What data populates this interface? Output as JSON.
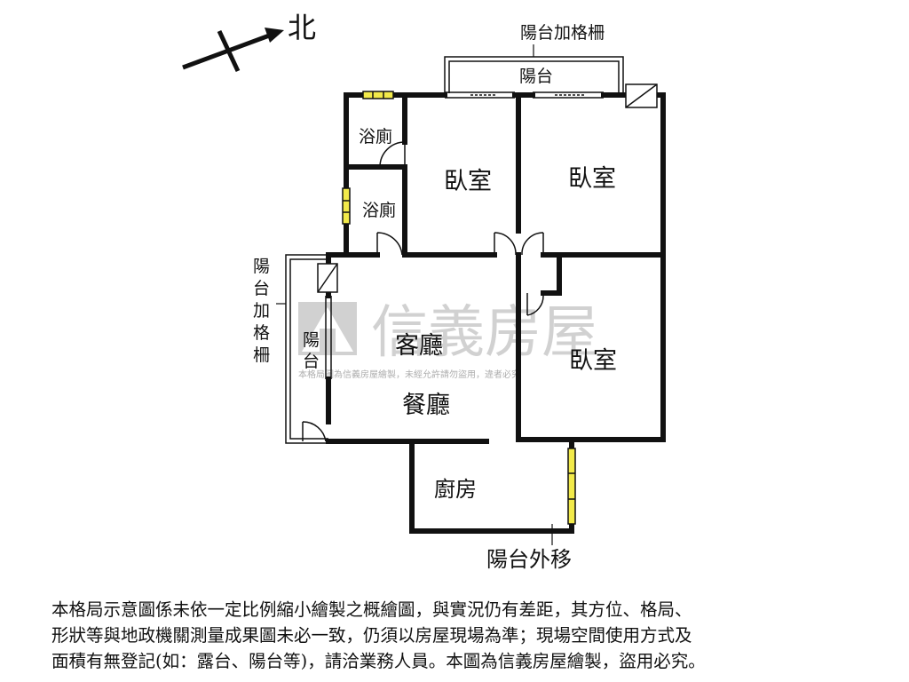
{
  "north_label": "北",
  "rooms": {
    "bedroom_1": "臥室",
    "bedroom_2": "臥室",
    "bedroom_3": "臥室",
    "bath_1": "浴廁",
    "bath_2": "浴廁",
    "living_room": "客廳",
    "dining_room": "餐廳",
    "kitchen": "廚房",
    "balcony_top": "陽台",
    "balcony_left_1": "陽",
    "balcony_left_2": "台"
  },
  "annotations": {
    "top_balcony_grille": "陽台加格柵",
    "left_grille_chars": [
      "陽",
      "台",
      "加",
      "格",
      "柵"
    ],
    "kitchen_balcony_moved": "陽台外移"
  },
  "watermark": {
    "brand": "信義房屋",
    "notice": "本格局圖為信義房屋繪製，未經允許請勿盜用，違者必究"
  },
  "disclaimer_lines": [
    "本格局示意圖係未依一定比例縮小繪製之概繪圖，與實況仍有差距，其方位、格局、",
    "形狀等與地政機關測量成果圖未必一致，仍須以房屋現場為準；現場空間使用方式及",
    "面積有無登記(如：露台、陽台等)，請洽業務人員。本圖為信義房屋繪製，盜用必究。"
  ],
  "colors": {
    "wall": "#111111",
    "window": "#f2ea4a",
    "watermark": "#9a9a9a"
  }
}
